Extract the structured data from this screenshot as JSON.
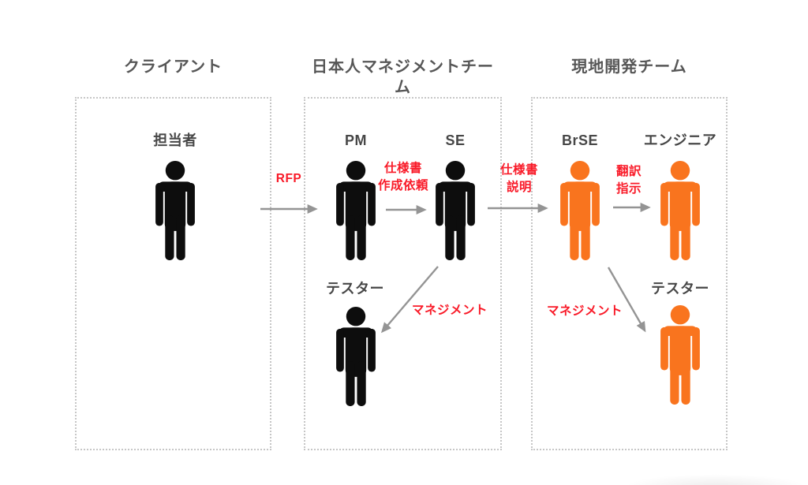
{
  "diagram": {
    "groups": {
      "client": {
        "title": "クライアント",
        "members": {
          "rep": "担当者"
        }
      },
      "management": {
        "title": "日本人マネジメントチーム",
        "members": {
          "pm": "PM",
          "se": "SE",
          "tester": "テスター"
        }
      },
      "local": {
        "title": "現地開発チーム",
        "members": {
          "brse": "BrSE",
          "engineer": "エンジニア",
          "tester": "テスター"
        }
      }
    },
    "flows": {
      "rfp": {
        "label": "RFP"
      },
      "spec_request": {
        "line1": "仕様書",
        "line2": "作成依頼"
      },
      "spec_explain": {
        "line1": "仕様書",
        "line2": "説明"
      },
      "translation": {
        "line1": "翻訳",
        "line2": "指示"
      },
      "management_se_to_tester": {
        "label": "マネジメント"
      },
      "management_brse_to_tester": {
        "label": "マネジメント"
      }
    },
    "colors": {
      "figure_black": "#0d0d0d",
      "figure_orange": "#f9741e",
      "flow_label_red": "#f91a28",
      "arrow_gray": "#949494",
      "box_border_gray": "#c6c6c6",
      "heading_text": "#565656",
      "role_text": "#474747"
    }
  }
}
